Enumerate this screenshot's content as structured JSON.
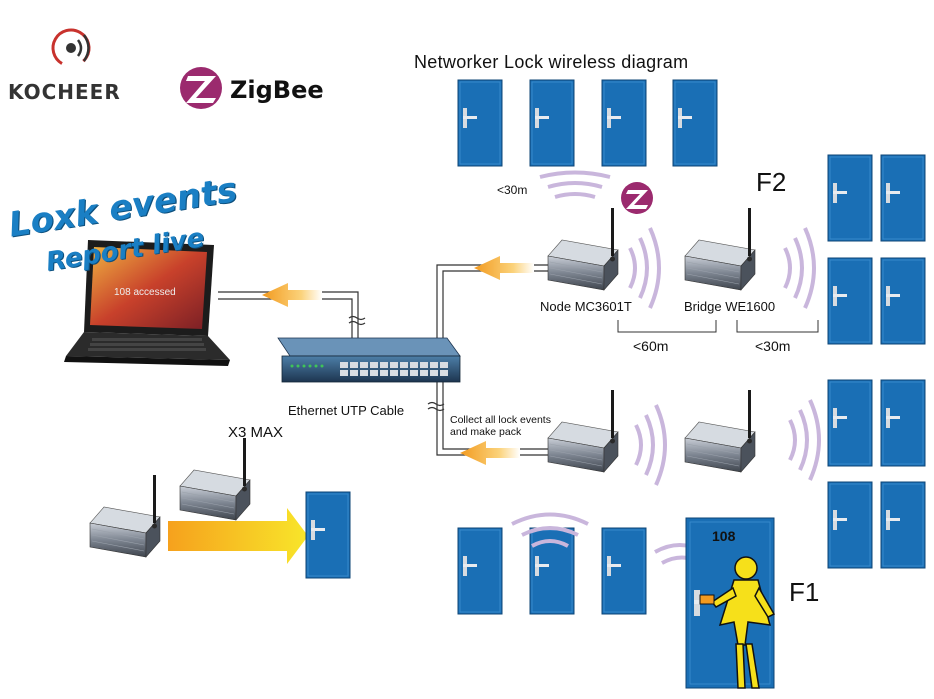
{
  "diagram": {
    "title": "Networker Lock wireless diagram",
    "brand_name": "KOCHEER",
    "zigbee_label": "ZigBee",
    "headline_line1": "Loxk events",
    "headline_line2": "Report live",
    "laptop_screen_text": "108 accessed",
    "cable_label": "Ethernet UTP Cable",
    "collect_note_line1": "Collect all lock events",
    "collect_note_line2": "and make pack",
    "node_label": "Node MC3601T",
    "bridge_label": "Bridge WE1600",
    "range_top": "<30m",
    "range_node_bridge": "<60m",
    "range_bridge_doors": "<30m",
    "floor_2": "F2",
    "floor_1": "F1",
    "encoder_label": "X3 MAX",
    "room_number": "108",
    "colors": {
      "door_blue": "#1a6fb5",
      "arrow_orange": "#f5a623",
      "wave_lilac": "#c9b6dc",
      "zigbee_purple": "#9b2a6e",
      "kocheer_red": "#c8322d",
      "headline_blue": "#1a7fc4",
      "person_yellow": "#f6e01a"
    }
  }
}
